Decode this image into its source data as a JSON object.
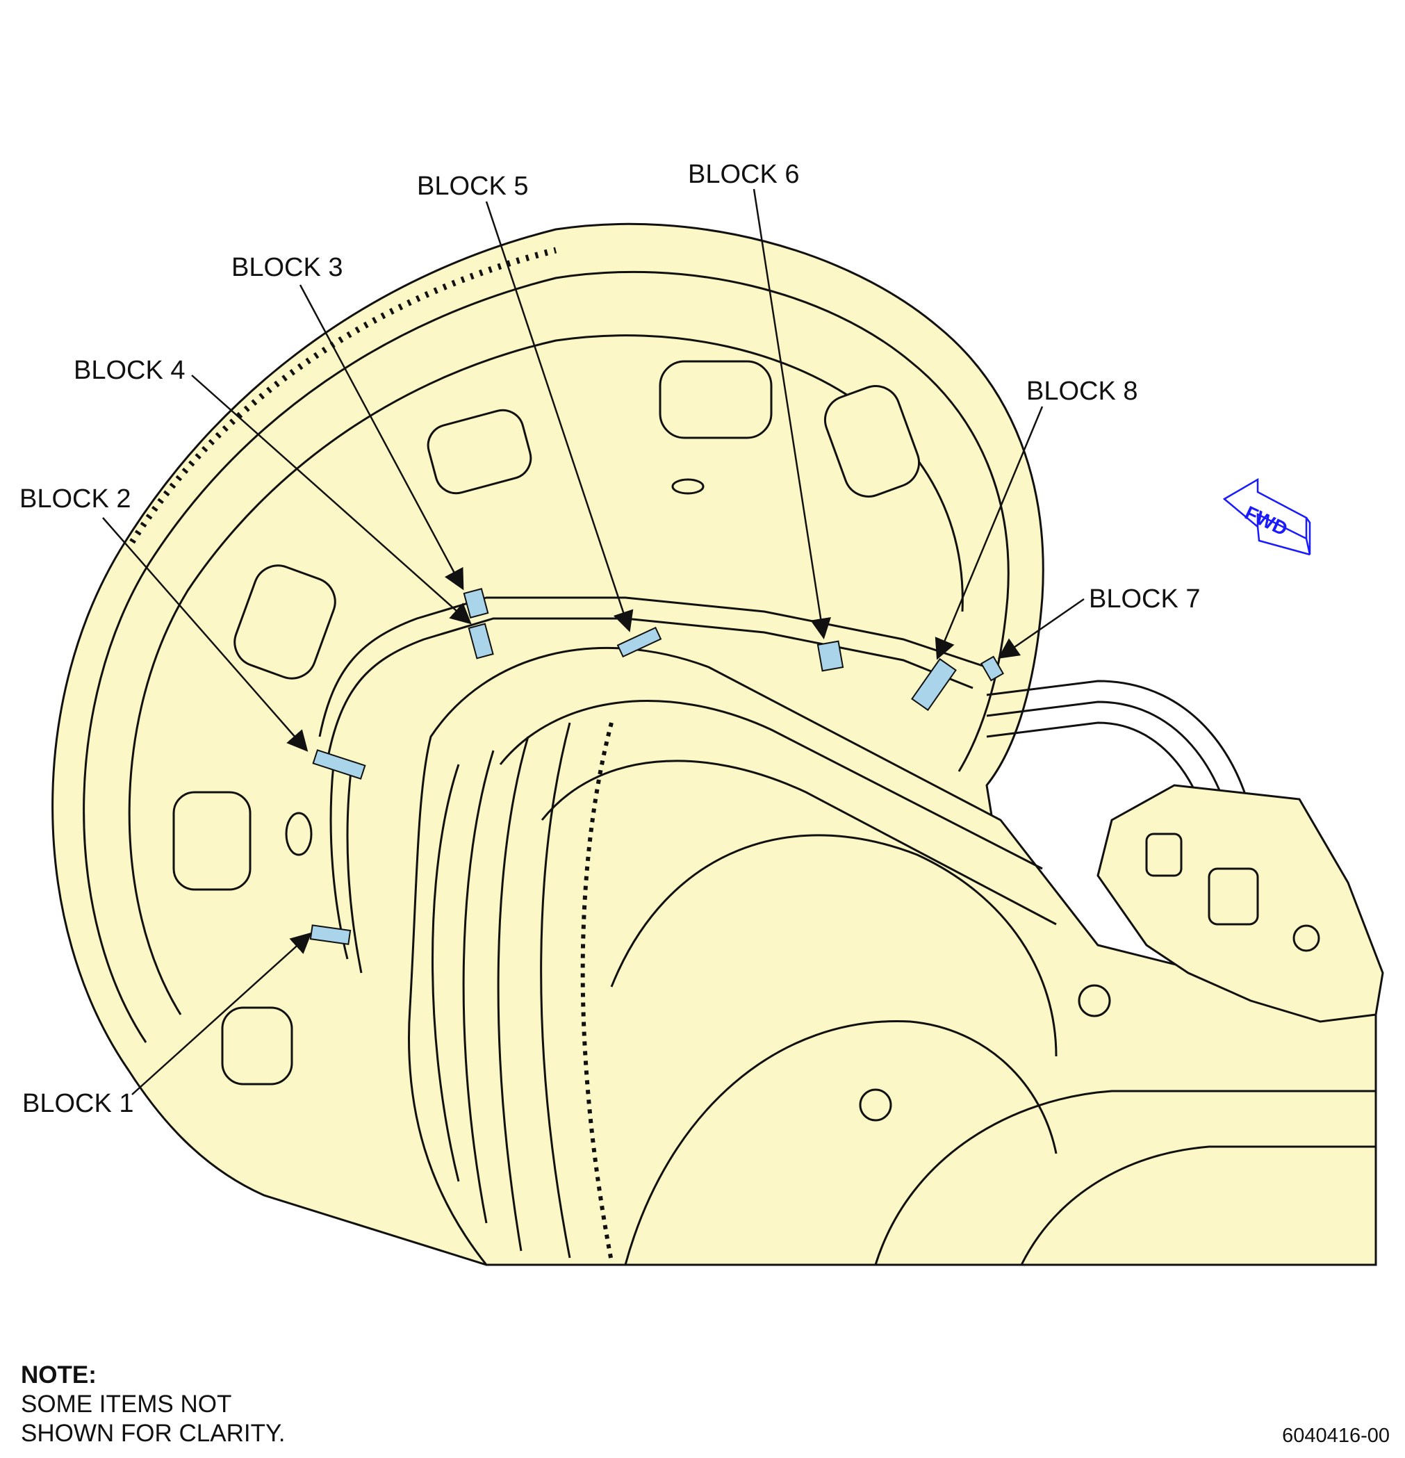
{
  "callouts": [
    {
      "label": "BLOCK 1"
    },
    {
      "label": "BLOCK 2"
    },
    {
      "label": "BLOCK 3"
    },
    {
      "label": "BLOCK 4"
    },
    {
      "label": "BLOCK 5"
    },
    {
      "label": "BLOCK 6"
    },
    {
      "label": "BLOCK 7"
    },
    {
      "label": "BLOCK 8"
    }
  ],
  "direction_arrow": {
    "label": "FWD",
    "color": "#1a1aff"
  },
  "note": {
    "title": "NOTE:",
    "line1": "SOME ITEMS NOT",
    "line2": "SHOWN FOR CLARITY."
  },
  "figure_number": "6040416-00",
  "colors": {
    "engine_fill": "#fbf7c6",
    "block_highlight": "#a9d4ea",
    "line": "#111111"
  }
}
